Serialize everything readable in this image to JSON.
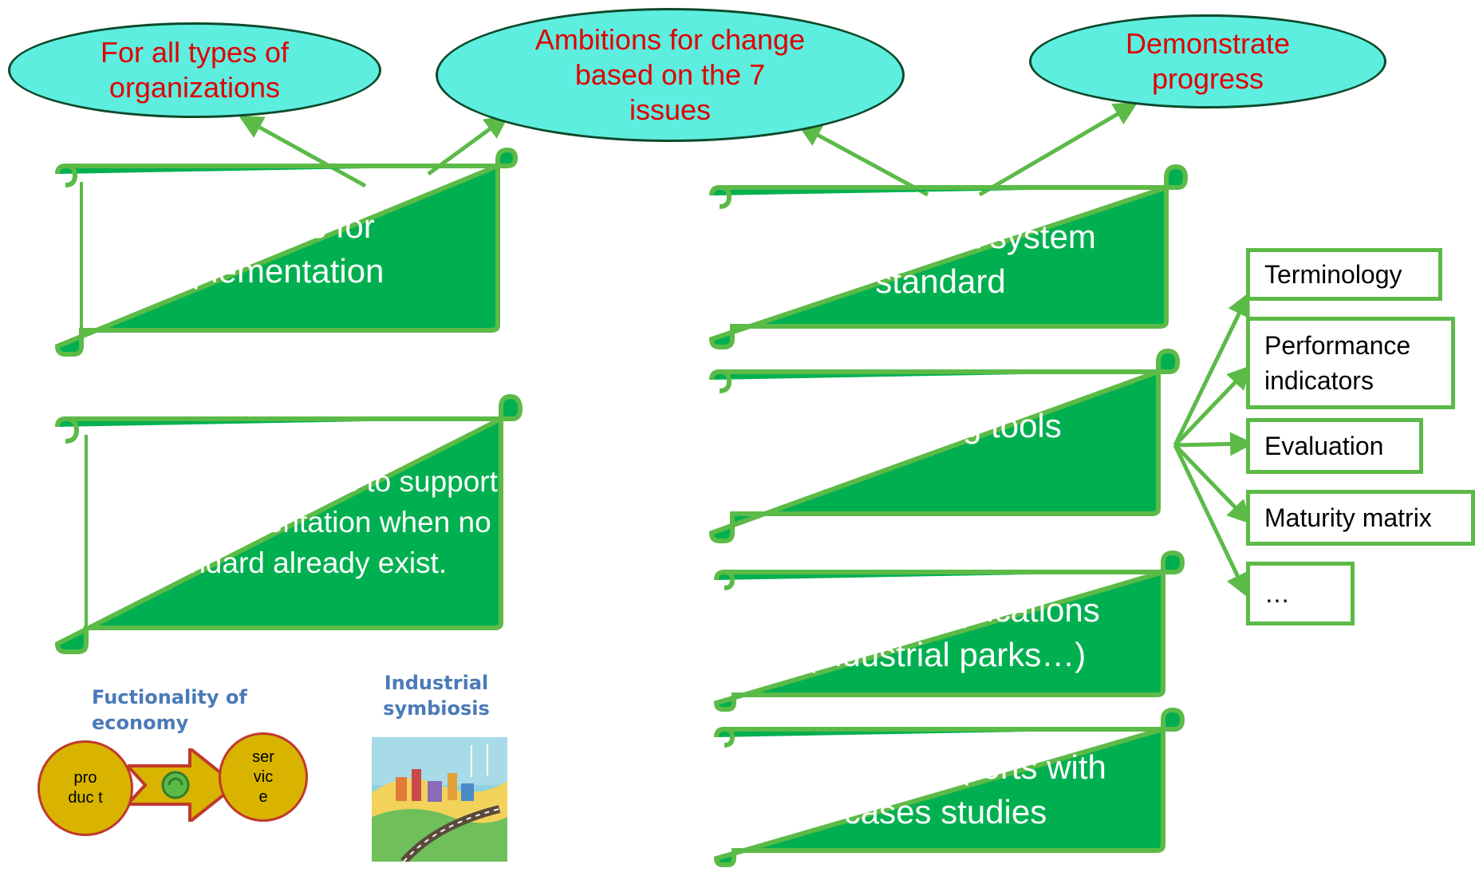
{
  "ellipses": [
    {
      "text": "For all types of organizations"
    },
    {
      "text": "Ambitions for change based on the 7 issues"
    },
    {
      "text": "Demonstrate progress"
    }
  ],
  "scrolls": [
    {
      "text": "Guidances for implementation"
    },
    {
      "text": "Guidance on issues to support their implementation  when no standard already exist."
    },
    {
      "text": "Management system standard"
    },
    {
      "text": "Supporting tools"
    },
    {
      "text": "Sectoral applications (industrial parks…)"
    },
    {
      "text": "Technical reports with cases studies"
    }
  ],
  "tools": [
    {
      "text": "Terminology"
    },
    {
      "text": "Performance indicators"
    },
    {
      "text": "Evaluation"
    },
    {
      "text": "Maturity matrix"
    },
    {
      "text": "…"
    }
  ],
  "functionality": {
    "caption": "Fuctionality of economy",
    "product": "pro duc t",
    "service": "ser vic e"
  },
  "symbiosis": {
    "caption": "Industrial symbiosis"
  },
  "colors": {
    "scroll_fill": "#00b050",
    "scroll_stroke": "#5cba47",
    "ellipse_fill": "#5eeee0",
    "ellipse_text": "#e00000",
    "arrow": "#5cba47"
  }
}
